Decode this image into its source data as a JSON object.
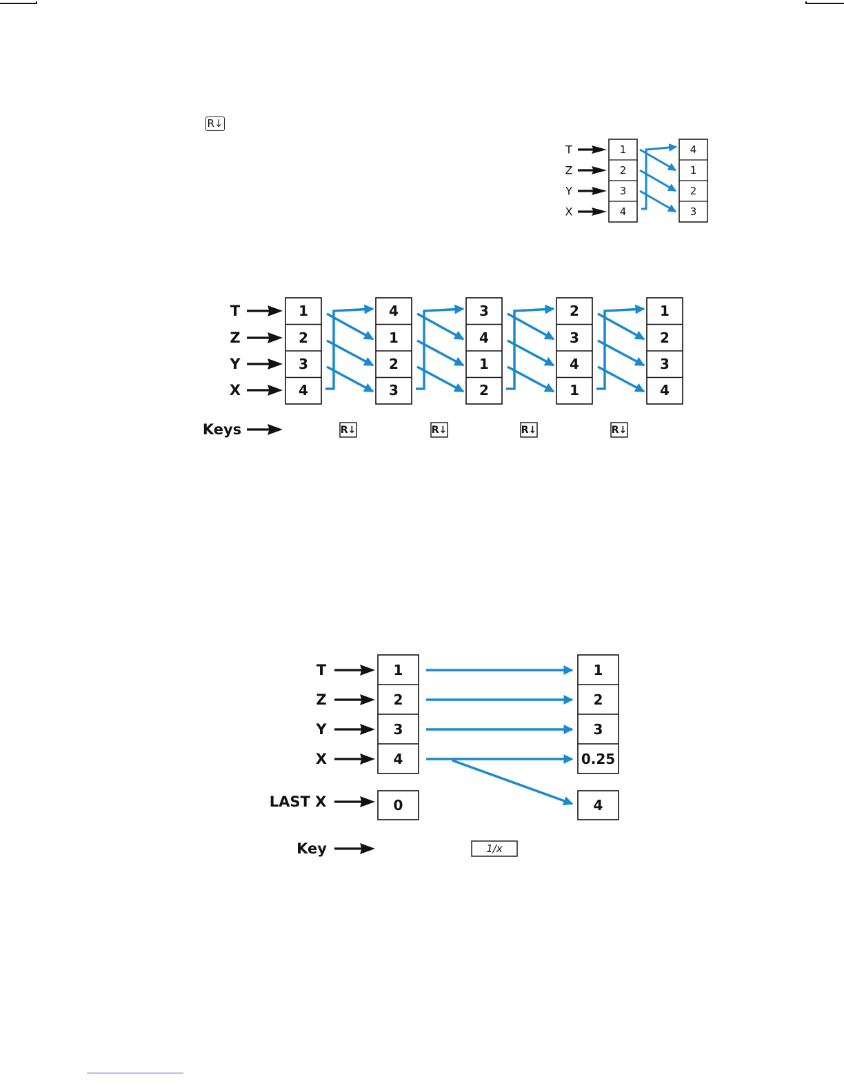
{
  "header_key": "R↓",
  "figure1": {
    "registers": [
      "T",
      "Z",
      "Y",
      "X"
    ],
    "before": [
      "1",
      "2",
      "3",
      "4"
    ],
    "after": [
      "4",
      "1",
      "2",
      "3"
    ]
  },
  "figure2": {
    "registers": [
      "T",
      "Z",
      "Y",
      "X"
    ],
    "stacks": [
      [
        "1",
        "2",
        "3",
        "4"
      ],
      [
        "4",
        "1",
        "2",
        "3"
      ],
      [
        "3",
        "4",
        "1",
        "2"
      ],
      [
        "2",
        "3",
        "4",
        "1"
      ],
      [
        "1",
        "2",
        "3",
        "4"
      ]
    ],
    "keys_label": "Keys",
    "key_labels": [
      "R↓",
      "R↓",
      "R↓",
      "R↓"
    ]
  },
  "figure3": {
    "registers": [
      "T",
      "Z",
      "Y",
      "X"
    ],
    "before": [
      "1",
      "2",
      "3",
      "4"
    ],
    "after": [
      "1",
      "2",
      "3",
      "0.25"
    ],
    "lastx_label": "LAST X",
    "lastx_before": "0",
    "lastx_after": "4",
    "key_label": "Key",
    "key_value": "1/x"
  }
}
